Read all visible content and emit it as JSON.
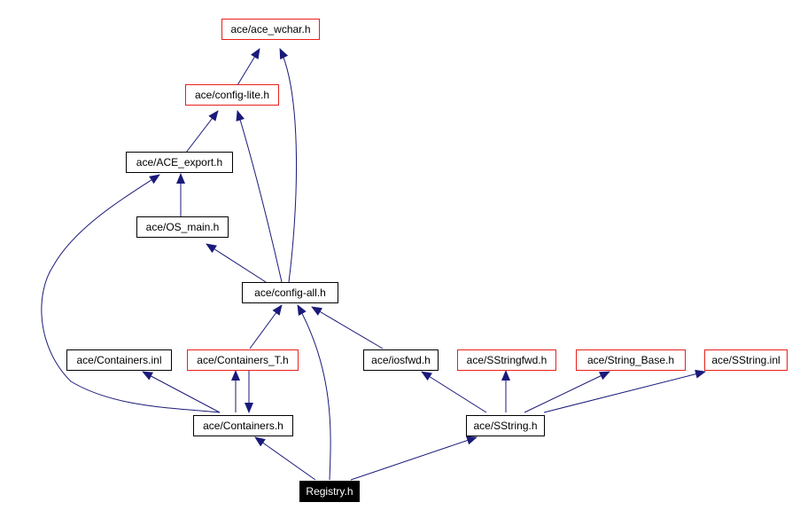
{
  "colors": {
    "edge": "#1a1a7a",
    "red_border": "#e8201c",
    "black_border": "#000000",
    "root_fill": "#000000",
    "root_text": "#ffffff"
  },
  "nodes": {
    "ace_wchar": "ace/ace_wchar.h",
    "config_lite": "ace/config-lite.h",
    "ace_export": "ace/ACE_export.h",
    "os_main": "ace/OS_main.h",
    "config_all": "ace/config-all.h",
    "containers_inl": "ace/Containers.inl",
    "containers_t": "ace/Containers_T.h",
    "iosfwd": "ace/iosfwd.h",
    "sstringfwd": "ace/SStringfwd.h",
    "string_base": "ace/String_Base.h",
    "sstring_inl": "ace/SString.inl",
    "containers": "ace/Containers.h",
    "sstring": "ace/SString.h",
    "registry": "Registry.h"
  }
}
